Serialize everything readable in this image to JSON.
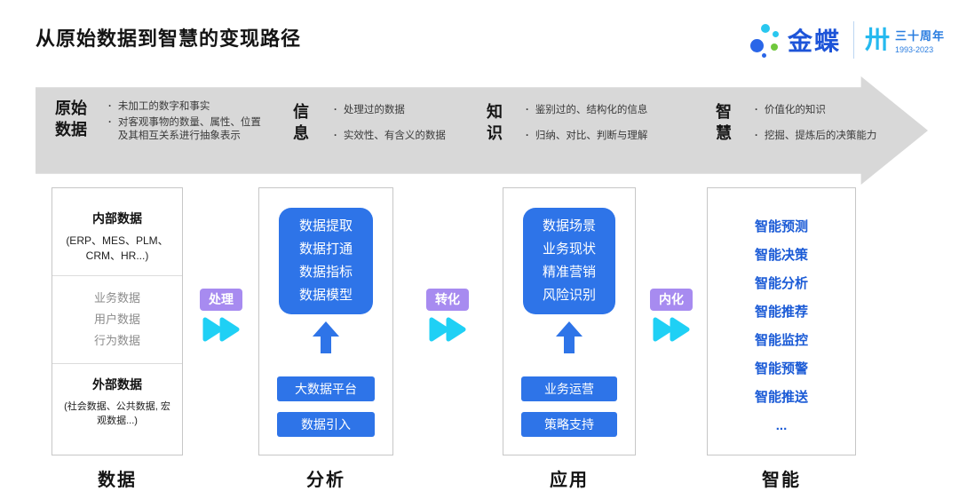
{
  "header": {
    "title": "从原始数据到智慧的变现路径",
    "logo": {
      "brand": "金蝶",
      "anniversary_mark": "卅",
      "anniversary": "三十周年",
      "years": "1993-2023"
    }
  },
  "banner": {
    "stages": [
      {
        "label": "原始\n数据",
        "points": [
          "未加工的数字和事实",
          "对客观事物的数量、属性、位置及其相互关系进行抽象表示"
        ]
      },
      {
        "label": "信\n息",
        "points": [
          "处理过的数据",
          "实效性、有含义的数据"
        ]
      },
      {
        "label": "知\n识",
        "points": [
          "鉴别过的、结构化的信息",
          "归纳、对比、判断与理解"
        ]
      },
      {
        "label": "智\n慧",
        "points": [
          "价值化的知识",
          "挖掘、提炼后的决策能力"
        ]
      }
    ]
  },
  "cards": {
    "data": {
      "internal_title": "内部数据",
      "internal_items": "(ERP、MES、PLM、CRM、HR...)",
      "middle_items": [
        "业务数据",
        "用户数据",
        "行为数据"
      ],
      "external_title": "外部数据",
      "external_items": "(社会数据、公共数据, 宏观数据...)"
    },
    "analysis": {
      "panel_lines": [
        "数据提取",
        "数据打通",
        "数据指标",
        "数据模型"
      ],
      "buttons": [
        "大数据平台",
        "数据引入"
      ]
    },
    "application": {
      "panel_lines": [
        "数据场景",
        "业务现状",
        "精准营销",
        "风险识别"
      ],
      "buttons": [
        "业务运营",
        "策略支持"
      ]
    },
    "intelligence": {
      "items": [
        "智能预测",
        "智能决策",
        "智能分析",
        "智能推荐",
        "智能监控",
        "智能预警",
        "智能推送",
        "..."
      ]
    }
  },
  "connectors": [
    {
      "label": "处理"
    },
    {
      "label": "转化"
    },
    {
      "label": "内化"
    }
  ],
  "footer": {
    "labels": [
      "数据",
      "分析",
      "应用",
      "智能"
    ]
  },
  "colors": {
    "primary_blue": "#2e74e8",
    "text_blue": "#1b5bd6",
    "cyan_arrow": "#1fd0f5",
    "purple_badge": "#a78bf0",
    "banner_gray": "#d8d8d8"
  }
}
